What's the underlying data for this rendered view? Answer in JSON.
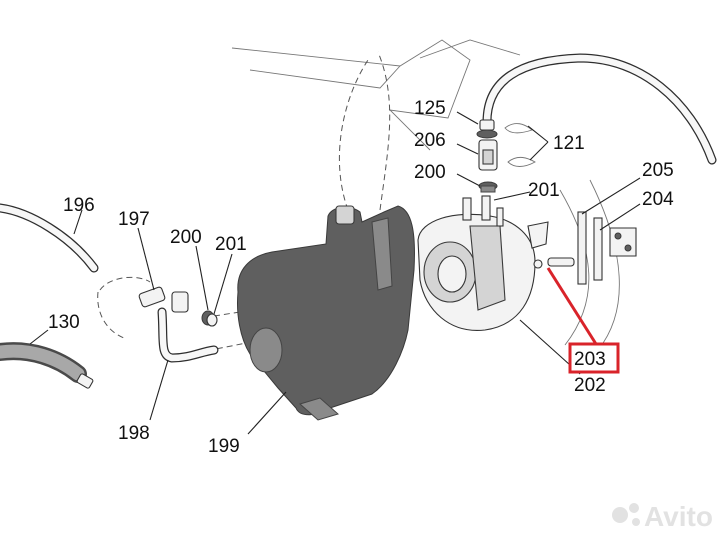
{
  "diagram": {
    "callouts": [
      {
        "id": "c125",
        "label": "125"
      },
      {
        "id": "c206",
        "label": "206"
      },
      {
        "id": "c121",
        "label": "121"
      },
      {
        "id": "c200a",
        "label": "200"
      },
      {
        "id": "c201a",
        "label": "201"
      },
      {
        "id": "c205",
        "label": "205"
      },
      {
        "id": "c204",
        "label": "204"
      },
      {
        "id": "c196",
        "label": "196"
      },
      {
        "id": "c197",
        "label": "197"
      },
      {
        "id": "c200b",
        "label": "200"
      },
      {
        "id": "c201b",
        "label": "201"
      },
      {
        "id": "c130",
        "label": "130"
      },
      {
        "id": "c203",
        "label": "203"
      },
      {
        "id": "c202",
        "label": "202"
      },
      {
        "id": "c198",
        "label": "198"
      },
      {
        "id": "c199",
        "label": "199"
      }
    ],
    "highlight": {
      "label": "203",
      "color": "#d9232a"
    }
  },
  "watermark": {
    "text": "Avito"
  }
}
